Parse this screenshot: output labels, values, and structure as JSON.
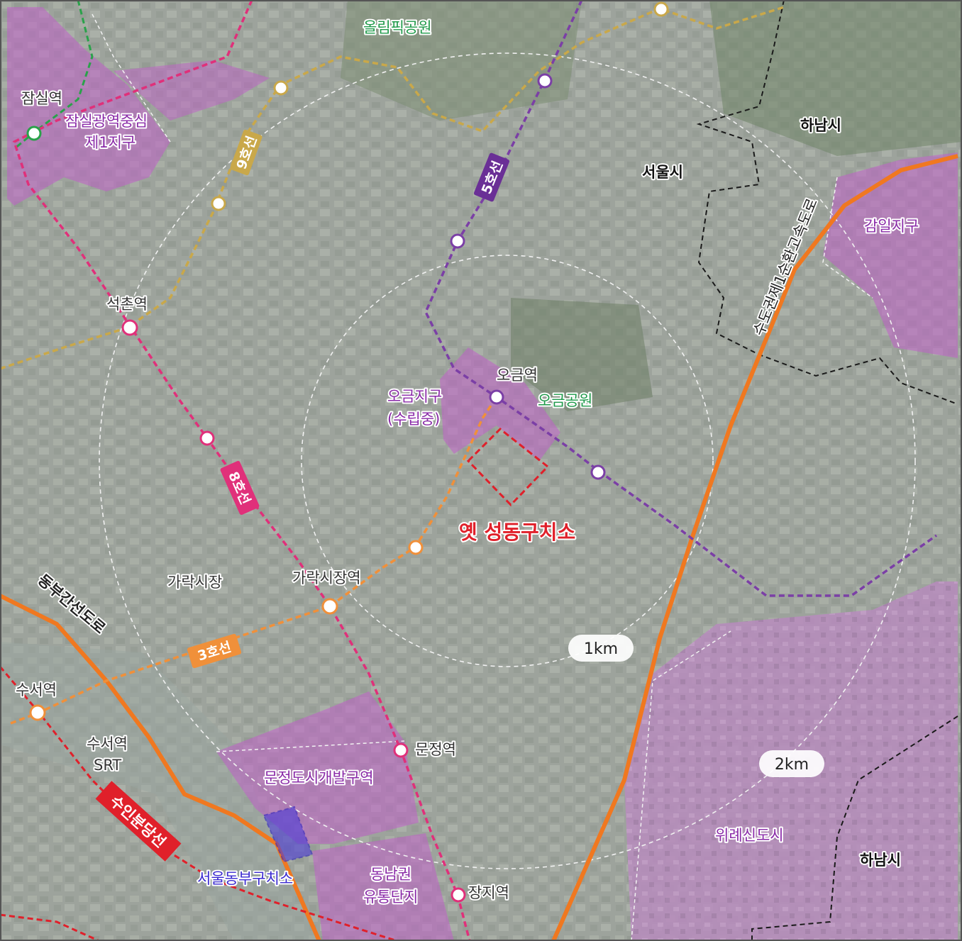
{
  "labels": {
    "jamsil_station": "잠실역",
    "jamsil_zone_1": "잠실광역중심",
    "jamsil_zone_2": "제1지구",
    "olympic_park": "올림픽공원",
    "hanam_top": "하남시",
    "seoul": "서울시",
    "gamil_zone": "감일지구",
    "expressway": "수도권제1순환고속도로",
    "seokchon_station": "석촌역",
    "ogeum_station": "오금역",
    "ogeum_park": "오금공원",
    "ogeum_zone_1": "오금지구",
    "ogeum_zone_2": "(수립중)",
    "old_detention": "옛 성동구치소",
    "garak_market": "가락시장",
    "garak_market_station": "가락시장역",
    "east_arterial": "동부간선도로",
    "suseo_station": "수서역",
    "suseo_srt_1": "수서역",
    "suseo_srt_2": "SRT",
    "munjeong_station": "문정역",
    "munjeong_zone": "문정도시개발구역",
    "seoul_east_detention": "서울동부구치소",
    "dongnam_1": "동남권",
    "dongnam_2": "유통단지",
    "jangji_station": "장지역",
    "wirye": "위례신도시",
    "hanam_bottom": "하남시"
  },
  "line_labels": {
    "line9": "9호선",
    "line5": "5호선",
    "line8": "8호선",
    "line3": "3호선",
    "suseo_pyeongtaek": "수인분당선"
  },
  "radius_labels": {
    "r1": "1km",
    "r2": "2km"
  },
  "colors": {
    "line9": "#c9a84a",
    "line5": "#7b3fa6",
    "line8": "#e0307a",
    "line3": "#f0903a",
    "line_red": "#e0202a",
    "line2": "#2aa24a",
    "expressway": "#f07820",
    "zone": "#c060c8",
    "target": "#e0202a",
    "detention_east": "#4a3ad8"
  }
}
